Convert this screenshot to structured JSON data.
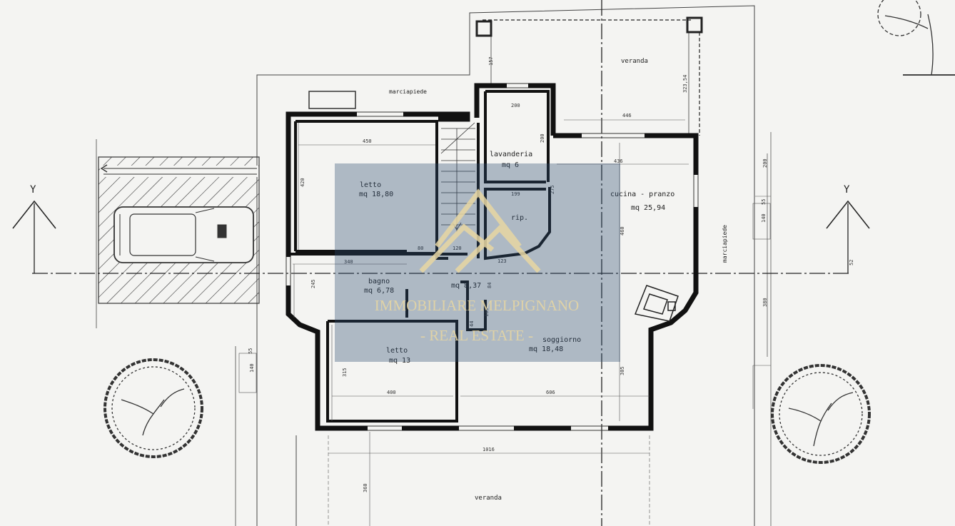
{
  "rooms": {
    "letto1_name": "letto",
    "letto1_area": "mq 18,80",
    "lavanderia_name": "lavanderia",
    "lavanderia_area": "mq 6",
    "rip_name": "rip.",
    "cucina_name": "cucina - pranzo",
    "cucina_area": "mq 25,94",
    "bagno_name": "bagno",
    "bagno_area": "mq 6,78",
    "disimpegno_area": "mq 8,37",
    "letto2_name": "letto",
    "letto2_area": "mq 13",
    "soggiorno_name": "soggiorno",
    "soggiorno_area": "mq 18,48"
  },
  "outside": {
    "veranda_top": "veranda",
    "veranda_bottom": "veranda",
    "marciapiede_top": "marciapiede",
    "marciapiede_right": "marciapiede",
    "axis_left": "Y",
    "axis_right": "Y"
  },
  "dimensions": {
    "d157": "157",
    "d323": "323,54",
    "d200a": "200",
    "d200b": "200",
    "d446": "446",
    "d436": "436",
    "d450": "450",
    "d420": "420",
    "d199": "199",
    "d275": "275",
    "d80": "80",
    "d120": "120",
    "d123": "123",
    "d340": "340",
    "d245": "245",
    "d44": "44",
    "d84": "84",
    "d105": "105",
    "d460": "460",
    "d52": "52",
    "d55a": "55",
    "d140a": "140",
    "d200c": "200",
    "d380": "380",
    "d55b": "55",
    "d140b": "140",
    "d315": "315",
    "d400": "400",
    "d606": "606",
    "d305": "305",
    "d1016": "1016",
    "d360": "360"
  },
  "watermark": {
    "name": "IMMOBILIARE MELPIGNANO",
    "tagline": "- REAL ESTATE -"
  }
}
